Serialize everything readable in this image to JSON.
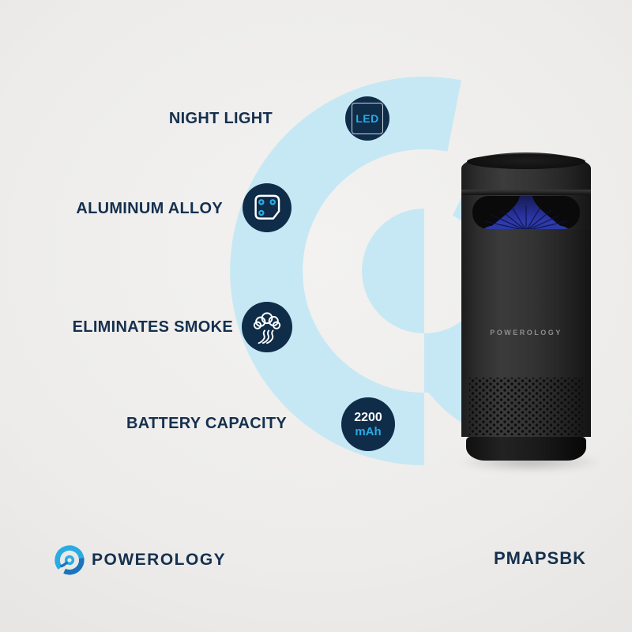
{
  "page": {
    "type": "product-feature-infographic"
  },
  "colors": {
    "background": "#ecebe9",
    "accent_light_blue": "#c6e8f4",
    "navy_text": "#15304e",
    "badge_navy": "#0f2c49",
    "cyan_accent": "#2aabe2",
    "product_black": "#262626"
  },
  "features": [
    {
      "label": "NIGHT LIGHT",
      "icon": "led-badge",
      "badge_text": "LED"
    },
    {
      "label": "ALUMINUM ALLOY",
      "icon": "aluminum-plate-icon"
    },
    {
      "label": "ELIMINATES SMOKE",
      "icon": "smoke-cloud-icon"
    },
    {
      "label": "BATTERY CAPACITY",
      "icon": "battery-capacity-badge",
      "badge_line1": "2200",
      "badge_line2": "mAh"
    }
  ],
  "product": {
    "body_label": "POWEROLOGY"
  },
  "footer": {
    "brand": "POWEROLOGY",
    "model": "PMAPSBK"
  }
}
